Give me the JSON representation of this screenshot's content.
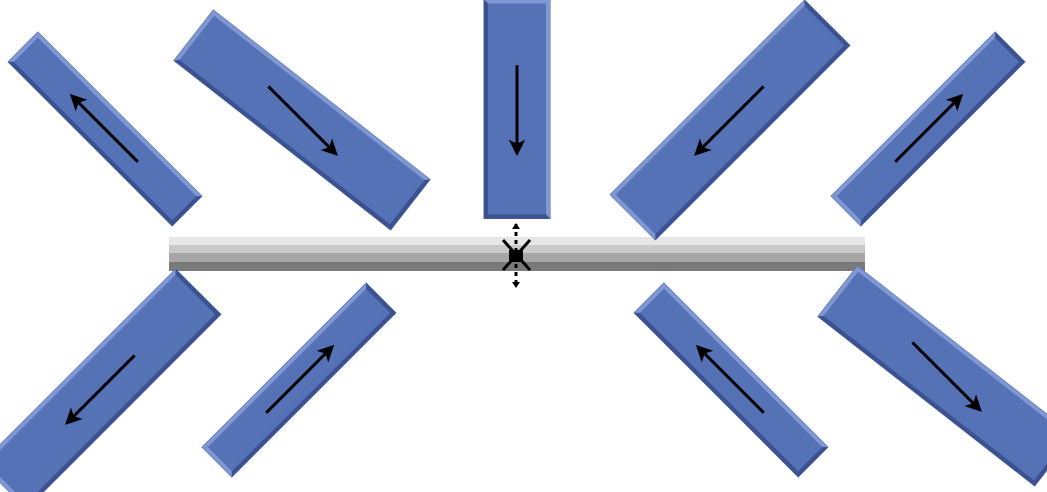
{
  "diagram": {
    "colors": {
      "magnet_fill": "#5672b7",
      "magnet_edge_light": "#7f97d2",
      "magnet_edge_dark": "#3c5290",
      "magnet_outline": "#4a64a6",
      "arrow": "#000000",
      "bar_top": "#e6e6e6",
      "bar_upper_mid": "#c9c9c9",
      "bar_lower_mid": "#a6a6a6",
      "bar_bottom": "#7a7a7a",
      "marker": "#000000"
    },
    "magnets": [
      {
        "id": "upper-far-left",
        "direction": "up-left"
      },
      {
        "id": "upper-left",
        "direction": "down-right"
      },
      {
        "id": "upper-center",
        "direction": "down"
      },
      {
        "id": "upper-right",
        "direction": "down-left"
      },
      {
        "id": "upper-far-right",
        "direction": "up-right"
      },
      {
        "id": "lower-far-left",
        "direction": "down-left"
      },
      {
        "id": "lower-left",
        "direction": "up-right"
      },
      {
        "id": "lower-right",
        "direction": "up-left"
      },
      {
        "id": "lower-far-right",
        "direction": "down-right"
      }
    ],
    "center_bar": {
      "kind": "horizontal gray bar"
    },
    "center_marker": {
      "kind": "crossed marker with dashed vertical line"
    }
  }
}
